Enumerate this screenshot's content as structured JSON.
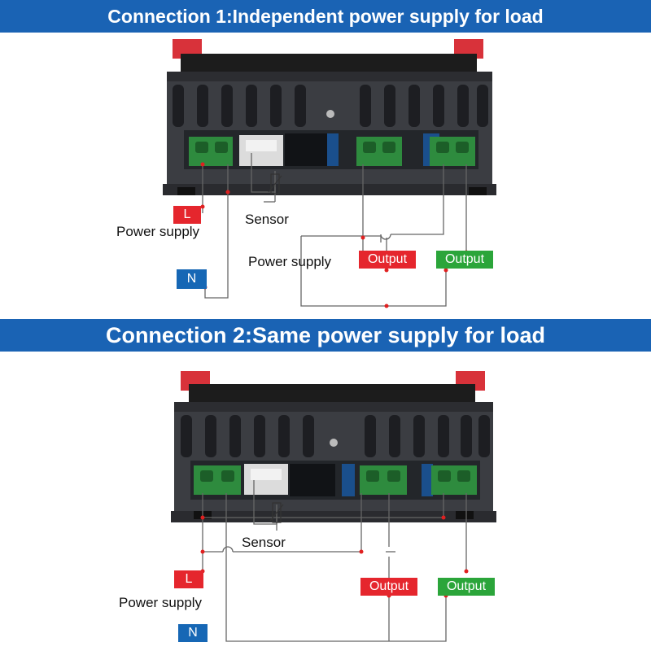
{
  "connection1": {
    "title": "Connection 1:Independent power supply for load",
    "labels": {
      "L": "L",
      "N": "N",
      "power_supply_left": "Power supply",
      "sensor": "Sensor",
      "power_supply_load": "Power supply",
      "output_1": "Output",
      "output_2": "Output"
    }
  },
  "connection2": {
    "title": "Connection 2:Same power supply for load",
    "labels": {
      "L": "L",
      "N": "N",
      "power_supply_left": "Power supply",
      "sensor": "Sensor",
      "output_1": "Output",
      "output_2": "Output"
    }
  },
  "colors": {
    "banner": "#1a63b4",
    "live_tag": "#e5262d",
    "neutral_tag": "#1667b5",
    "output_red": "#e5262d",
    "output_green": "#2ba53a",
    "wire": "#666666",
    "junction": "#e02020",
    "housing": "#3b3d42",
    "terminal": "#2e8b3e"
  }
}
